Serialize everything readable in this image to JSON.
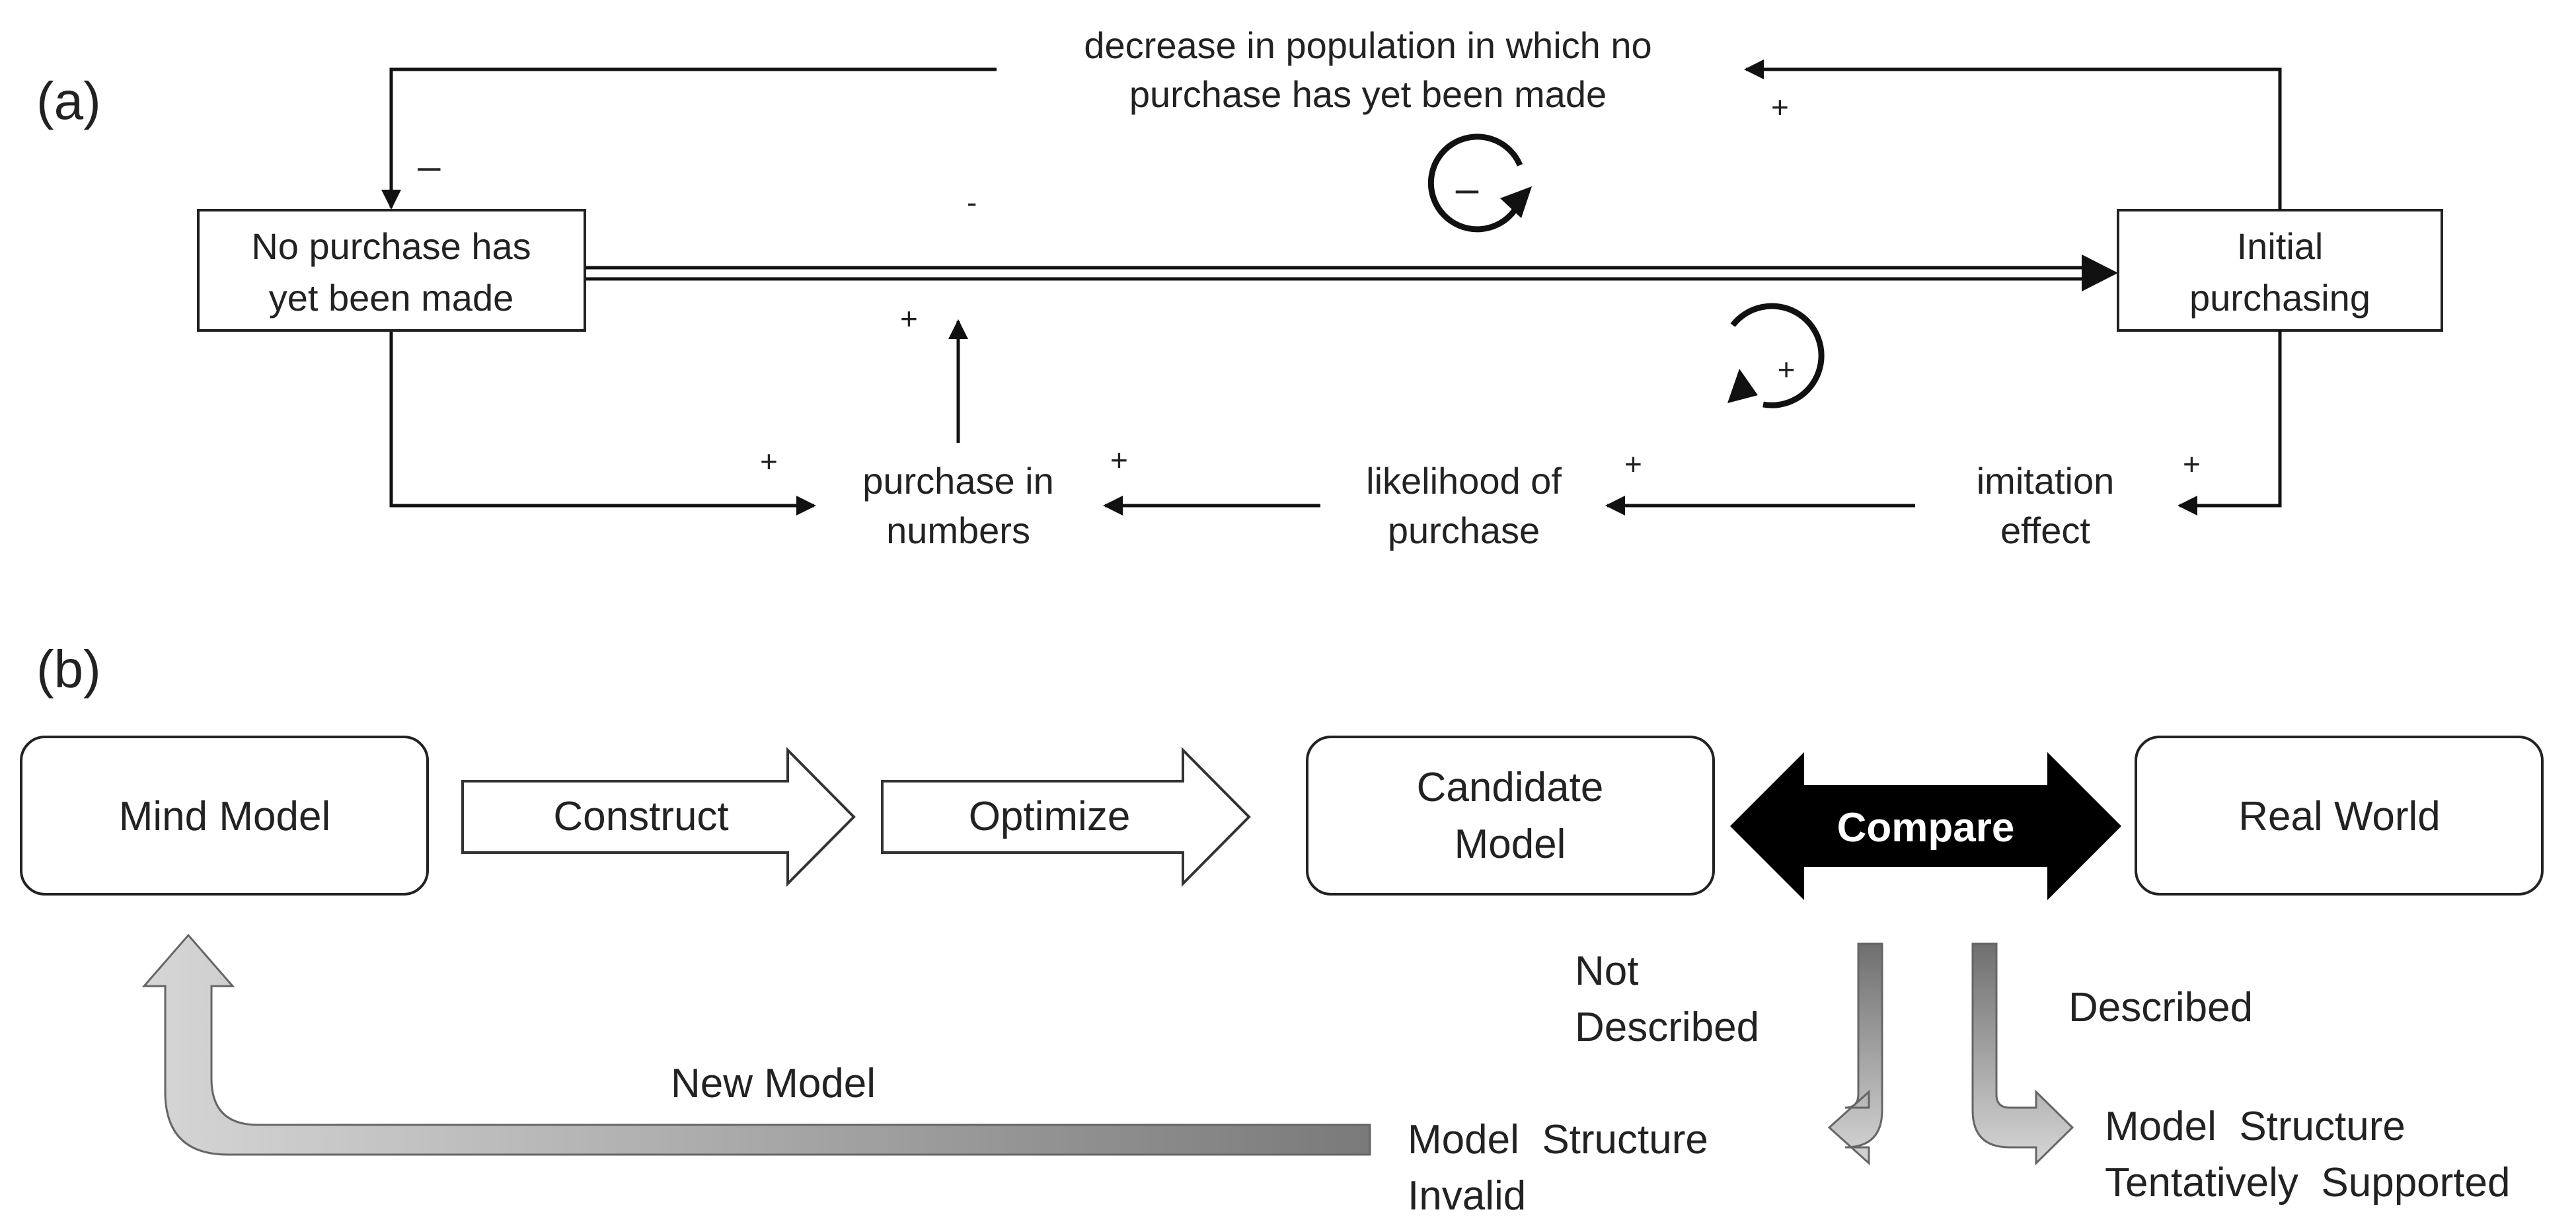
{
  "panel_a": {
    "label": "(a)",
    "nodes": {
      "no_purchase": [
        "No purchase has",
        "yet been made"
      ],
      "initial_purchasing": [
        "Initial",
        "purchasing"
      ],
      "decrease_population": [
        "decrease in population in which no",
        "purchase has yet been made"
      ],
      "purchase_in_numbers": [
        "purchase in",
        "numbers"
      ],
      "likelihood_of_purchase": [
        "likelihood of",
        "purchase"
      ],
      "imitation_effect": [
        "imitation",
        "effect"
      ]
    },
    "signs": {
      "plus": "+",
      "minus": "-",
      "long_minus": "–"
    },
    "loops": {
      "balancing": "–",
      "reinforcing": "+"
    }
  },
  "panel_b": {
    "label": "(b)",
    "boxes": {
      "mind_model": "Mind Model",
      "candidate_model": [
        "Candidate",
        "Model"
      ],
      "real_world": "Real World"
    },
    "arrows": {
      "construct": "Construct",
      "optimize": "Optimize",
      "compare": "Compare",
      "new_model": "New Model"
    },
    "outcomes": {
      "not_described": [
        "Not",
        "Described"
      ],
      "described": "Described",
      "model_invalid": [
        "Model  Structure",
        "Invalid"
      ],
      "model_supported": [
        "Model  Structure",
        "Tentatively  Supported"
      ]
    }
  },
  "colors": {
    "line": "#111111",
    "grey_arrow_dark": "#7d7d7d",
    "grey_arrow_light": "#d2d2d2",
    "compare_fill": "#000000"
  }
}
